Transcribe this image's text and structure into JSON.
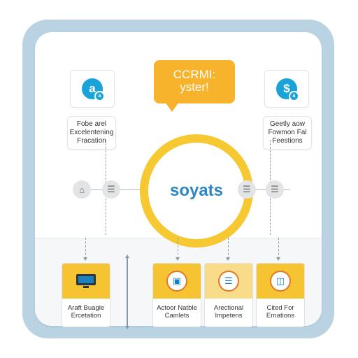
{
  "bubble": {
    "line1": "CCRMI:",
    "line2": "yster!"
  },
  "center": {
    "label": "soyats"
  },
  "left_icon": {
    "glyph": "a",
    "sub": "a"
  },
  "right_icon": {
    "glyph": "$",
    "sub": "a"
  },
  "left_text": {
    "line1": "Fobe arel",
    "line2": "Excelentening",
    "line3": "Fracation"
  },
  "right_text": {
    "line1": "Geetly aow",
    "line2": "Fowmon Fal",
    "line3": "Feestions"
  },
  "mini_icons": {
    "home": "⌂",
    "list": "☰"
  },
  "bottom_cards": [
    {
      "line1": "Araft Buagle",
      "line2": "Ercetation",
      "icon": "monitor-icon"
    },
    {
      "line1": "Actoor Natble",
      "line2": "Camlets",
      "icon": "lock-icon"
    },
    {
      "line1": "Arectional",
      "line2": "Impetens",
      "icon": "list-icon"
    },
    {
      "line1": "Cited For",
      "line2": "Ernations",
      "icon": "basket-icon"
    }
  ],
  "colors": {
    "accent_yellow": "#f6c832",
    "bubble_orange": "#f7b32b",
    "brand_blue": "#1aa3d9",
    "frame": "#b9d3e3"
  }
}
